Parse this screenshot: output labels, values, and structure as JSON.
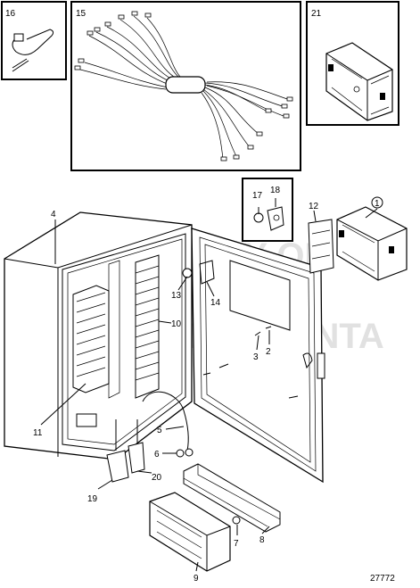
{
  "drawing_number": "27772",
  "watermark": [
    "PROPERTY OF",
    "VOLVO PENTA"
  ],
  "callouts": {
    "c1": "1",
    "c2": "2",
    "c3": "3",
    "c4": "4",
    "c5": "5",
    "c6": "6",
    "c7": "7",
    "c8": "8",
    "c9": "9",
    "c10": "10",
    "c11": "11",
    "c12": "12",
    "c13": "13",
    "c14": "14",
    "c15": "15",
    "c16": "16",
    "c17": "17",
    "c18": "18",
    "c19": "19",
    "c20": "20",
    "c21": "21"
  }
}
